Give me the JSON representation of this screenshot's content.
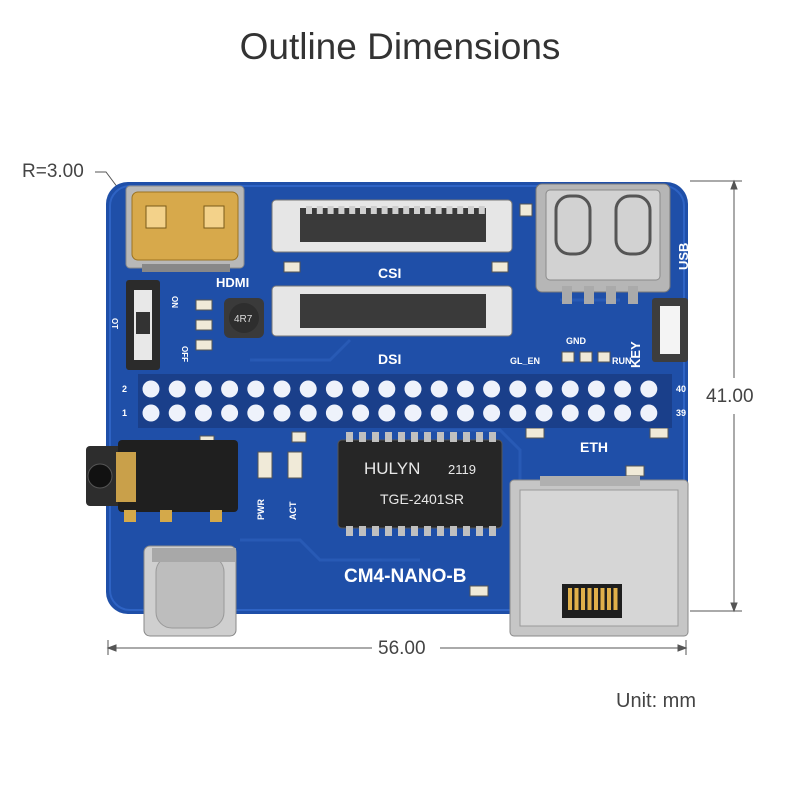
{
  "title": "Outline Dimensions",
  "unit_label": "Unit: mm",
  "dimensions": {
    "radius": "R=3.00",
    "width": "56.00",
    "height": "41.00"
  },
  "board": {
    "name": "CM4-NANO-B",
    "silkscreen": {
      "hdmi": "HDMI",
      "csi": "CSI",
      "dsi": "DSI",
      "usb": "USB",
      "key": "KEY",
      "eth": "ETH",
      "gnd": "GND",
      "gl_en": "GL_EN",
      "run": "RUN",
      "pwr": "PWR",
      "act": "ACT",
      "inductor": "4R7",
      "pin_2": "2",
      "pin_1": "1",
      "pin_40": "40",
      "pin_39": "39",
      "on": "ON",
      "off": "OFF",
      "ot": "OT"
    },
    "transformer": {
      "brand": "HULYN",
      "date_code": "2119",
      "part": "TGE-2401SR"
    }
  },
  "colors": {
    "pcb": "#1f4fa8",
    "pcb_edge": "#2a60c0",
    "metal": "#c8c8c8",
    "gold": "#d8a94a",
    "text": "#333333"
  }
}
